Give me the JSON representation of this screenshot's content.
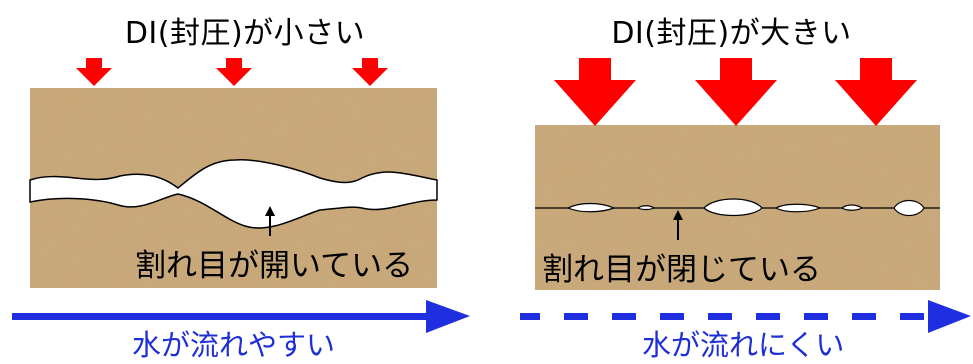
{
  "left_panel": {
    "title": "DI(封圧)が小さい",
    "crack_label": "割れ目が開いている",
    "flow_label": "水が流れやすい"
  },
  "right_panel": {
    "title": "DI(封圧)が大きい",
    "crack_label": "割れ目が閉じている",
    "flow_label": "水が流れにくい"
  },
  "colors": {
    "rock": "#c9a877",
    "rock_dark": "#a9865a",
    "pressure_arrow": "#ff0000",
    "flow_arrow": "#1f2fe0",
    "crack_line": "#000000"
  }
}
